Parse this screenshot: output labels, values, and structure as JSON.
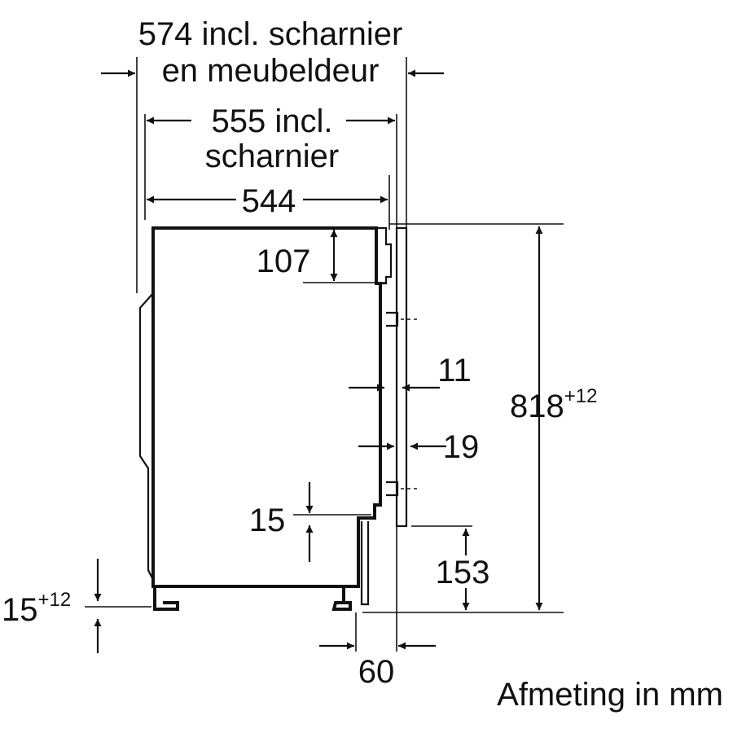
{
  "dimensions": {
    "d574_line1": "574 incl. scharnier",
    "d574_line2": "en meubeldeur",
    "d555_line1": "555 incl.",
    "d555_line2": "scharnier",
    "d544": "544",
    "d107": "107",
    "d11": "11",
    "d19": "19",
    "d818": "818",
    "d818_sup": "+12",
    "d15": "15",
    "d153": "153",
    "d15_feet": "15",
    "d15_feet_sup": "+12",
    "d60": "60"
  },
  "unit_note": "Afmeting in mm"
}
